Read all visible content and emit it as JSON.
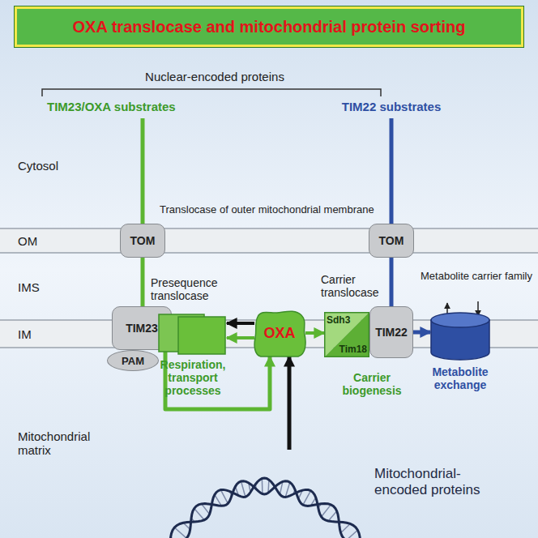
{
  "diagram": {
    "title": "OXA translocase and mitochondrial protein sorting",
    "nodes": [
      {
        "text": [
          "TOM"
        ]
      },
      {
        "text": [
          "TOM"
        ]
      },
      {
        "text": [
          "TIM23"
        ]
      },
      {
        "text": [
          "PAM"
        ]
      },
      {
        "text": [
          "Respiration, transport processes"
        ]
      },
      {
        "text": [
          "OXA"
        ]
      },
      {
        "text": [
          "Sdh3",
          "Tim18"
        ]
      },
      {
        "text": [
          "TIM22"
        ]
      },
      {
        "text": [
          "Metabolite exchange"
        ]
      },
      {
        "text": [
          "Mitochondrial-encoded proteins"
        ]
      }
    ],
    "edges": [
      {
        "from": 0,
        "to": 2,
        "arrow": "none"
      },
      {
        "from": 2,
        "to": 5,
        "arrow": "to"
      },
      {
        "from": 5,
        "to": 4,
        "arrow": "to"
      },
      {
        "from": 5,
        "to": 4,
        "arrow": "to"
      },
      {
        "from": 5,
        "to": 6,
        "arrow": "to"
      },
      {
        "from": 1,
        "to": 7,
        "arrow": "none"
      },
      {
        "from": 7,
        "to": 8,
        "arrow": "to"
      },
      {
        "from": 9,
        "to": 5,
        "arrow": "to"
      }
    ],
    "labels": [
      "Nuclear-encoded proteins",
      "TIM23/OXA substrates",
      "TIM22 substrates",
      "Cytosol",
      "Translocase of outer mitochondrial membrane",
      "OM",
      "IMS",
      "Presequence translocase",
      "Carrier translocase",
      "Metabolite carrier family",
      "IM",
      "Carrier biogenesis",
      "Mitochondrial matrix"
    ]
  }
}
